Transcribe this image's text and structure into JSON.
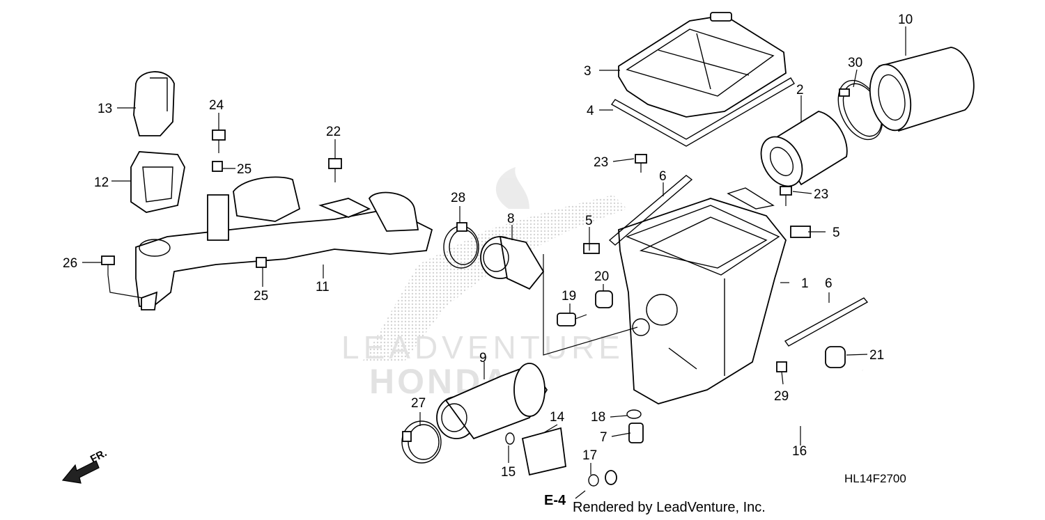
{
  "watermark": {
    "line1": "LEADVENTURE",
    "line2": "HONDA"
  },
  "callouts": [
    "1",
    "2",
    "3",
    "4",
    "5",
    "5",
    "6",
    "6",
    "7",
    "8",
    "9",
    "10",
    "11",
    "12",
    "13",
    "14",
    "15",
    "16",
    "17",
    "18",
    "19",
    "20",
    "21",
    "22",
    "23",
    "23",
    "24",
    "25",
    "25",
    "26",
    "27",
    "28",
    "29",
    "30"
  ],
  "front_marker": "FR.",
  "ref_label": "E-4",
  "drawing_code": "HL14F2700",
  "credit": "Rendered by LeadVenture, Inc."
}
